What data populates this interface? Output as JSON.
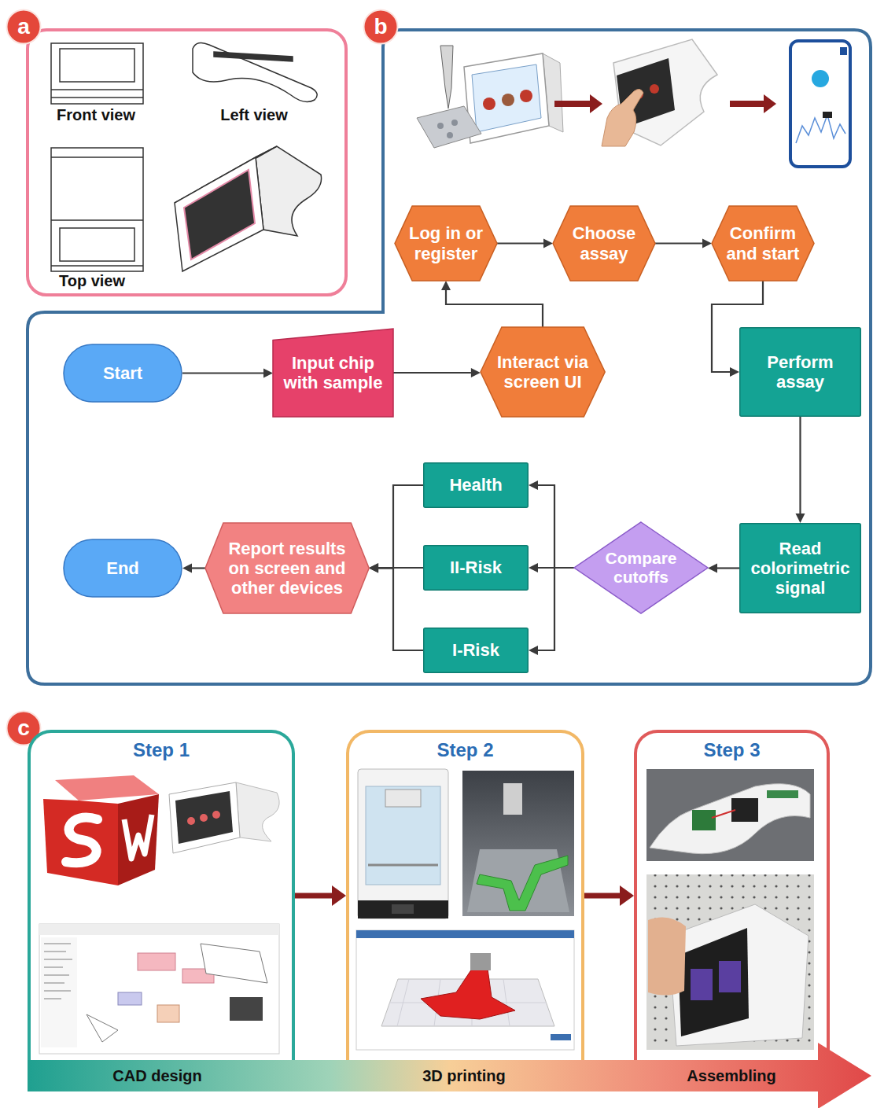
{
  "diagram": {
    "nodes": [
      {
        "text": [
          "a"
        ]
      },
      {
        "text": [
          "b"
        ]
      },
      {
        "text": [
          "Log in or register"
        ]
      },
      {
        "text": [
          "Choose assay"
        ]
      },
      {
        "text": [
          "Confirm and start"
        ]
      },
      {
        "text": [
          "Start"
        ]
      },
      {
        "text": [
          "Input chip with sample"
        ]
      },
      {
        "text": [
          "Interact via screen UI"
        ]
      },
      {
        "text": [
          "Perform assay"
        ]
      },
      {
        "text": [
          "Health"
        ]
      },
      {
        "text": [
          "Report results on screen and other devices"
        ]
      },
      {
        "text": [
          "End"
        ]
      },
      {
        "text": [
          "II-Risk"
        ]
      },
      {
        "text": [
          "Compare cutoffs"
        ]
      },
      {
        "text": [
          "Read colorimetric signal"
        ]
      },
      {
        "text": [
          "I-Risk"
        ]
      },
      {
        "text": [
          "c"
        ]
      },
      {
        "text": [
          "Step 1"
        ]
      },
      {
        "text": [
          "Step 2"
        ]
      },
      {
        "text": [
          "Step 3"
        ]
      },
      {
        "text": [
          "CAD design",
          "3D printing",
          "Assembling"
        ]
      }
    ],
    "edges": [
      {
        "from": 5,
        "to": 6,
        "arrow": "to"
      },
      {
        "from": 6,
        "to": 7,
        "arrow": "to"
      },
      {
        "from": 7,
        "to": 2,
        "arrow": "to"
      },
      {
        "from": 2,
        "to": 3,
        "arrow": "to"
      },
      {
        "from": 3,
        "to": 4,
        "arrow": "to"
      },
      {
        "from": 4,
        "to": 8,
        "arrow": "to"
      },
      {
        "from": 8,
        "to": 14,
        "arrow": "to"
      },
      {
        "from": 14,
        "to": 13,
        "arrow": "to"
      },
      {
        "from": 13,
        "to": 9,
        "arrow": "to"
      },
      {
        "from": 13,
        "to": 12,
        "arrow": "to"
      },
      {
        "from": 13,
        "to": 15,
        "arrow": "to"
      },
      {
        "from": 9,
        "to": 10,
        "arrow": "to"
      },
      {
        "from": 12,
        "to": 10,
        "arrow": "to"
      },
      {
        "from": 15,
        "to": 10,
        "arrow": "to"
      },
      {
        "from": 10,
        "to": 11,
        "arrow": "to"
      },
      {
        "from": 17,
        "to": 18,
        "arrow": "to"
      },
      {
        "from": 18,
        "to": 19,
        "arrow": "to"
      }
    ],
    "labels": [
      "Front view",
      "Left view",
      "Top view"
    ]
  }
}
